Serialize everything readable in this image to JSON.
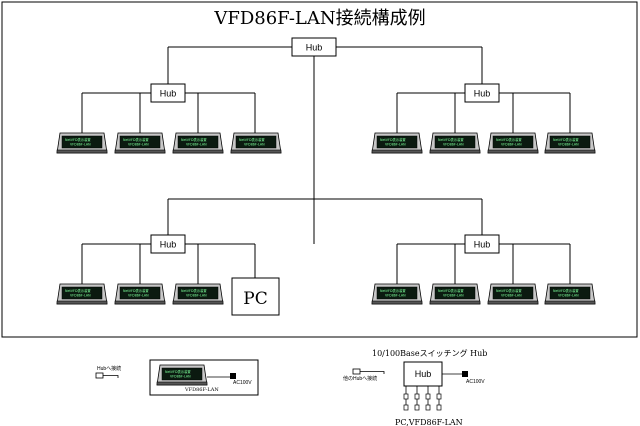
{
  "title": "VFD86F-LAN接続構成例",
  "hub_label": "Hub",
  "pc_label": "PC",
  "vfd_screen_line1": "NetVFD表示装置",
  "vfd_screen_line2": "VFD86F-LAN",
  "legend": {
    "left": {
      "connect_label": "Hubへ接続",
      "device_label": "VFD86F-LAN",
      "power_label": "AC100V"
    },
    "right": {
      "title": "10/100Baseスイッチング Hub",
      "connect_label": "他のHubへ接続",
      "hub_label": "Hub",
      "power_label": "AC100V",
      "bottom_label": "PC,VFD86F-LAN"
    }
  }
}
